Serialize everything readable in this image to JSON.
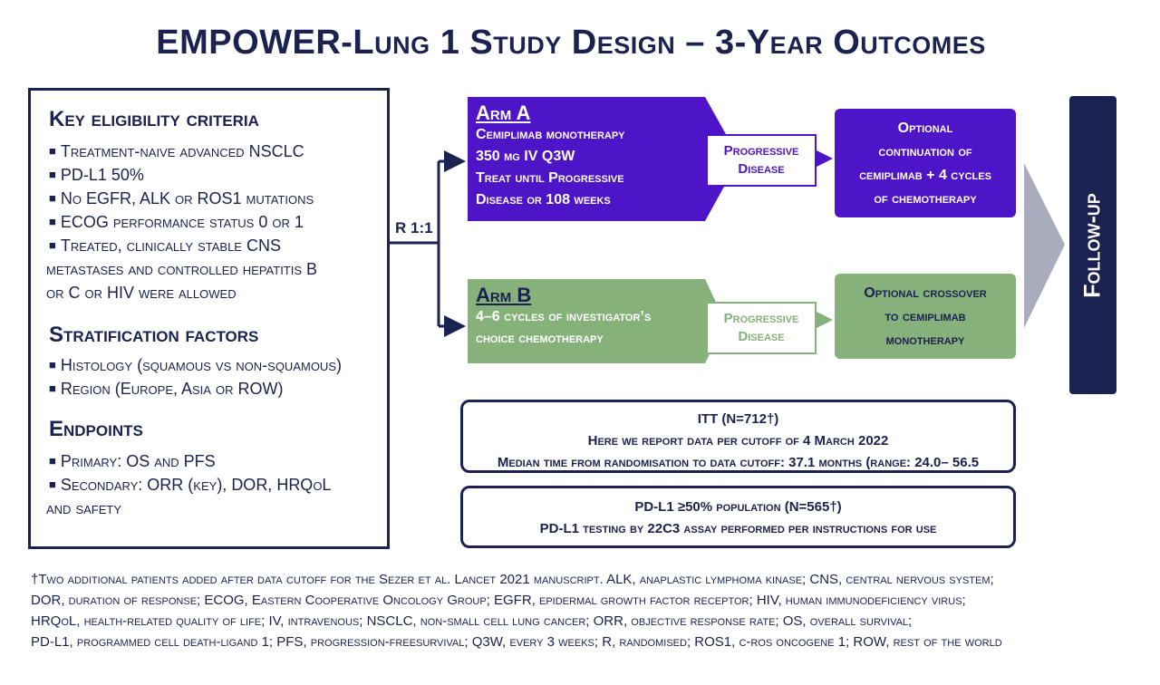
{
  "title": "EMPOWER-Lung 1 Study Design – 3-Year Outcomes",
  "eligibility": {
    "heading": "Key eligibility criteria",
    "items": [
      "Treatment-naive advanced NSCLC",
      "PD-L1   50%",
      "No EGFR, ALK or ROS1 mutations",
      "ECOG performance status 0 or 1",
      "Treated, clinically stable CNS"
    ],
    "continuation": [
      "metastases and controlled hepatitis B",
      "or C or HIV were allowed"
    ]
  },
  "stratification": {
    "heading": "Stratification factors",
    "items": [
      "Histology (squamous vs non-squamous)",
      "Region (Europe, Asia or ROW)"
    ]
  },
  "endpoints": {
    "heading": "Endpoints",
    "items": [
      "Primary: OS and PFS",
      "Secondary: ORR (key), DOR, HRQoL"
    ],
    "continuation": "and safety"
  },
  "randomisation_label": "R 1:1",
  "arm_a": {
    "heading": "Arm A",
    "lines": [
      "Cemiplimab monotherapy",
      "350 mg IV Q3W",
      "Treat until Progressive",
      "Disease or 108 weeks"
    ],
    "color": "#4d14c8"
  },
  "arm_b": {
    "heading": "Arm B",
    "lines": [
      "4–6 cycles of investigator’s",
      "choice chemotherapy"
    ],
    "color": "#86b17a"
  },
  "progressive_disease": [
    "Progressive",
    "Disease"
  ],
  "option_a": [
    "Optional",
    "continuation of",
    "cemiplimab + 4 cycles",
    "of chemotherapy"
  ],
  "option_b": [
    "Optional crossover",
    "to cemiplimab",
    "monotherapy"
  ],
  "follow_up": "Follow-up",
  "itt": {
    "line1": "ITT (N=712†)",
    "line2": "Here we report data per cutoff of 4 March 2022",
    "line3": "Median time from randomisation to data cutoff: 37.1 months (range: 24.0– 56.5"
  },
  "pdl1_population": {
    "line1": "PD-L1 ≥50% population (N=565†)",
    "line2": "PD-L1 testing by 22C3 assay performed per instructions for use"
  },
  "footnote": [
    "†Two additional patients added after data cutoff for the Sezer et al. Lancet 2021 manuscript. ALK, anaplastic lymphoma kinase; CNS, central nervous system;",
    "DOR, duration of response; ECOG, Eastern Cooperative Oncology Group; EGFR, epidermal growth factor receptor; HIV, human immunodeficiency virus;",
    "HRQoL, health-related quality of life; IV, intravenous; NSCLC, non-small cell lung cancer; ORR, objective response rate; OS, overall survival;",
    "PD-L1, programmed cell death-ligand 1; PFS, progression-freesurvival; Q3W, every 3 weeks; R, randomised; ROS1, c-ros oncogene 1; ROW, rest of the world"
  ],
  "colors": {
    "navy": "#1b2150",
    "purple": "#4d14c8",
    "green": "#86b17a",
    "grey_arrow": "#a8acbd"
  }
}
